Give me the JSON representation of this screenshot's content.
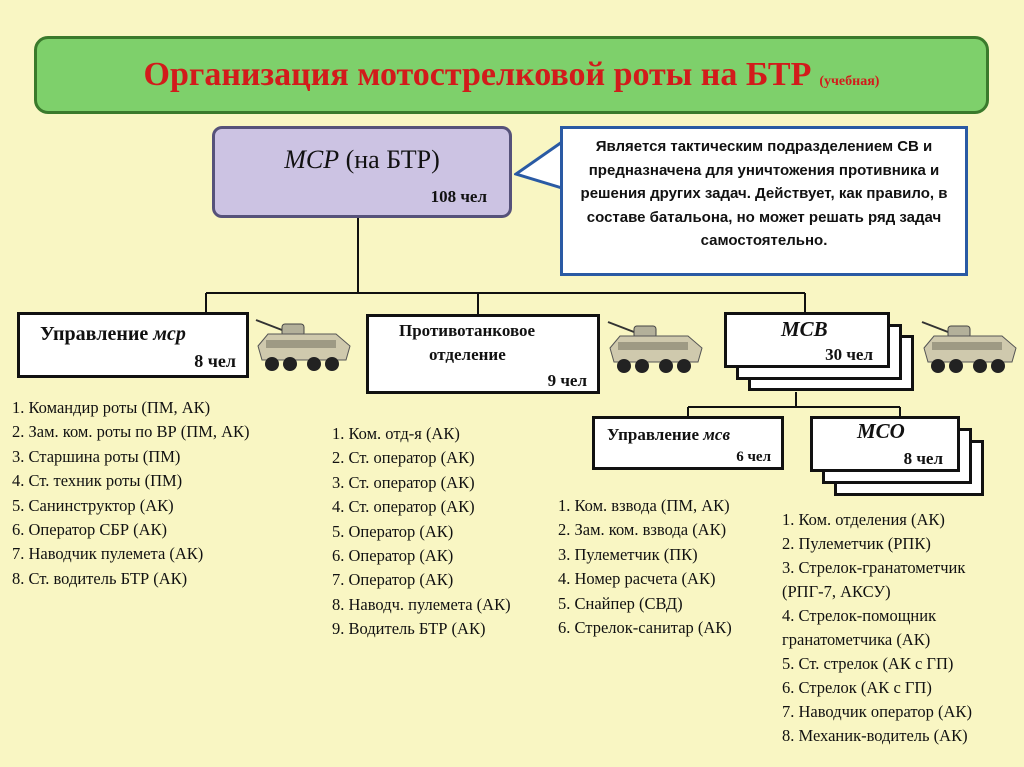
{
  "title": {
    "main": "Организация мотострелковой роты на БТР",
    "note": "(учебная)"
  },
  "msr": {
    "name_italic": "МСР",
    "name_rest": " (на БТР)",
    "count": "108 чел"
  },
  "callout": {
    "text": "Является тактическим подразделением СВ и предназначена для уничтожения противника и решения других задач. Действует, как правило, в составе батальона, но может решать ряд задач самостоятельно."
  },
  "units": {
    "upr_msr": {
      "label": "Управление ",
      "label_italic": "мср",
      "count": "8 чел"
    },
    "pto": {
      "label1": "Противотанковое",
      "label2": "отделение",
      "count": "9 чел"
    },
    "msv": {
      "label": "МСВ",
      "count": "30 чел"
    },
    "upr_msv": {
      "label": "Управление ",
      "label_italic": "мсв",
      "count": "6 чел"
    },
    "mso": {
      "label": "МСО",
      "count": "8 чел"
    }
  },
  "lists": {
    "upr_msr": [
      "1. Командир роты (ПМ, АК)",
      "2. Зам. ком. роты по ВР (ПМ, АК)",
      "3. Старшина роты (ПМ)",
      "4. Ст. техник роты (ПМ)",
      "5. Санинструктор (АК)",
      "6. Оператор СБР (АК)",
      "7. Наводчик пулемета (АК)",
      "8. Ст. водитель БТР (АК)"
    ],
    "pto": [
      "1. Ком. отд-я  (АК)",
      "2. Ст. оператор (АК)",
      "3. Ст. оператор (АК)",
      "4. Ст. оператор (АК)",
      "5. Оператор (АК)",
      "6. Оператор (АК)",
      "7. Оператор (АК)",
      "8. Наводч. пулемета (АК)",
      "9. Водитель БТР (АК)"
    ],
    "upr_msv": [
      "1. Ком. взвода (ПМ, АК)",
      "2. Зам. ком. взвода (АК)",
      "3. Пулеметчик (ПК)",
      "4. Номер расчета (АК)",
      "5. Снайпер (СВД)",
      "6. Стрелок-санитар (АК)"
    ],
    "mso": [
      "1. Ком. отделения (АК)",
      "2. Пулеметчик (РПК)",
      "3. Стрелок-гранатометчик",
      "(РПГ-7, АКСУ)",
      "4. Стрелок-помощник",
      "гранатометчика (АК)",
      "5. Ст. стрелок (АК с ГП)",
      "6. Стрелок (АК с ГП)",
      "7. Наводчик оператор (АК)",
      "8. Механик-водитель (АК)"
    ]
  },
  "colors": {
    "background": "#f9f6c3",
    "title_fill": "#7ed06b",
    "title_text": "#d21b1b",
    "msr_fill": "#ccc3e3",
    "callout_border": "#2a5aa4"
  },
  "icons": [
    "btr-vehicle-image"
  ]
}
